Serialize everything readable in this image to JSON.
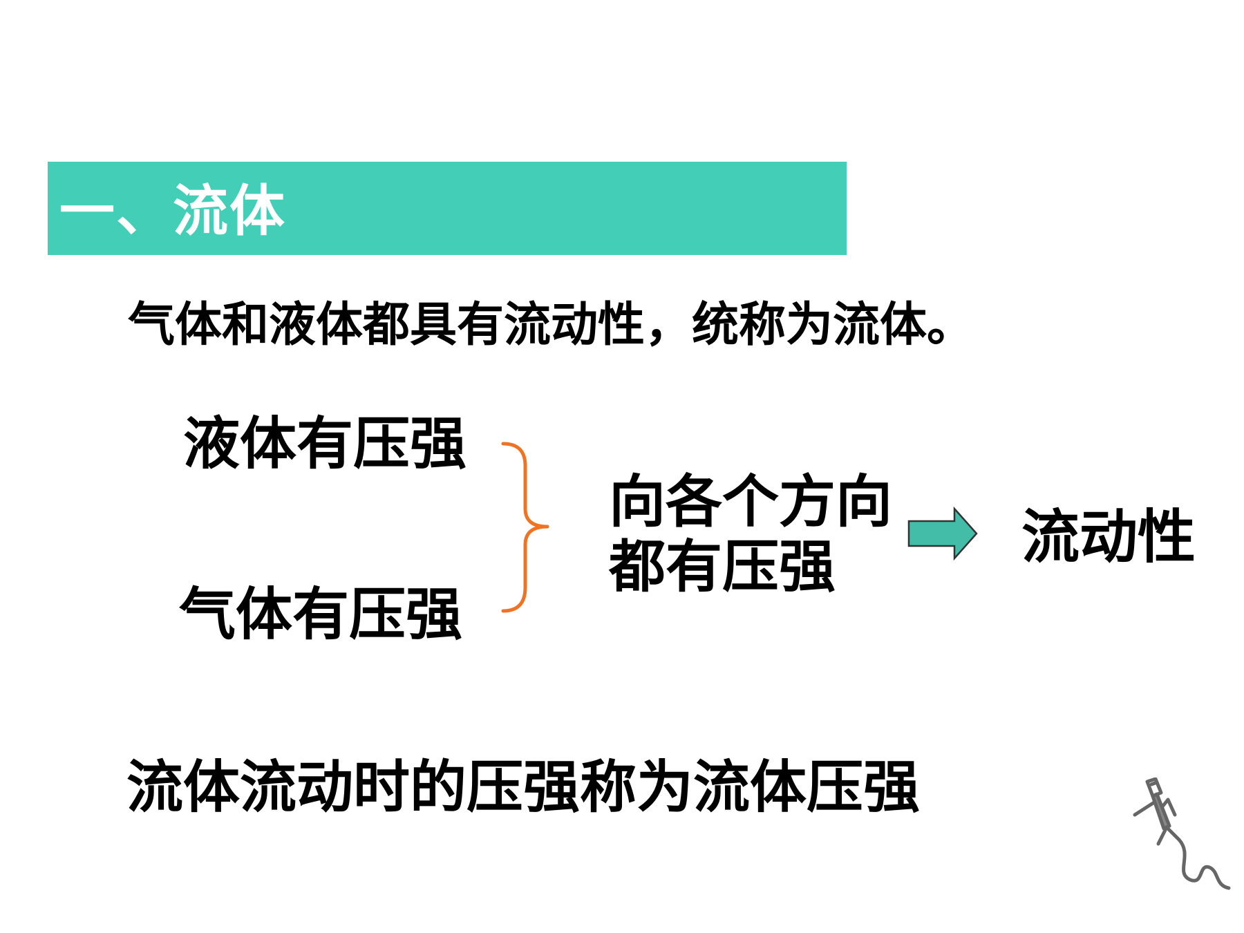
{
  "slide": {
    "title": "一、流体",
    "definition": "气体和液体都具有流动性，统称为流体。",
    "liquid_pressure": "液体有压强",
    "gas_pressure": "气体有压强",
    "result_line1": "向各个方向",
    "result_line2": "都有压强",
    "fluidity": "流动性",
    "conclusion": "流体流动时的压强称为流体压强"
  },
  "colors": {
    "title_bar": "#43cfb7",
    "title_text": "#ffffff",
    "brace": "#f07323",
    "arrow_fill": "#43bca8",
    "mascot": "#666666"
  },
  "icons": {
    "brace": "right-curly-brace",
    "arrow": "right-block-arrow",
    "mascot": "stick-figure-mascot"
  }
}
